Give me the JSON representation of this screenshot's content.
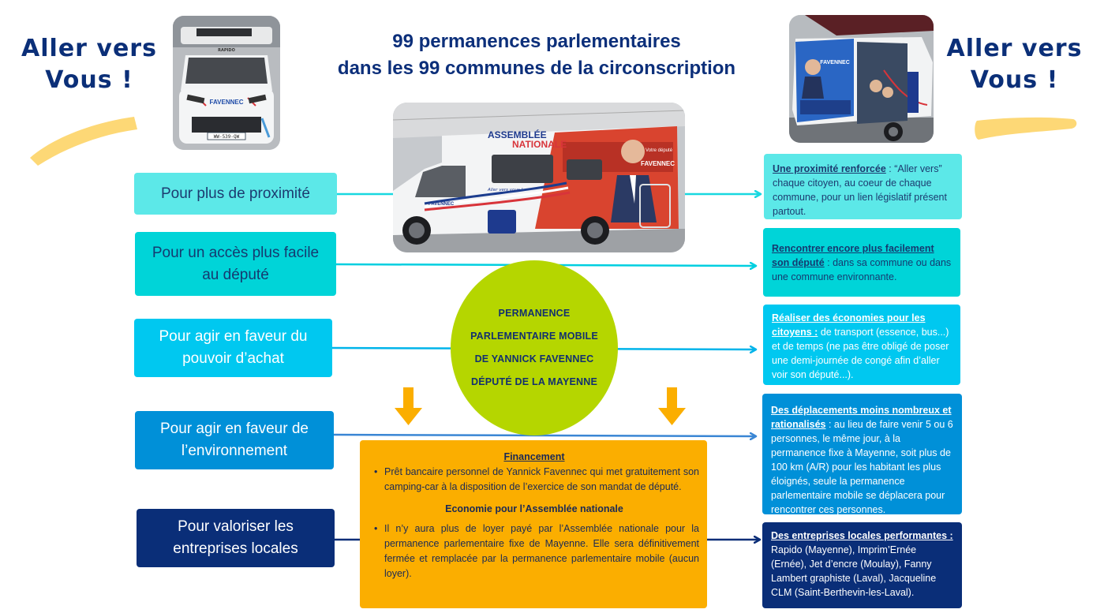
{
  "slogan_left": {
    "line1": "Aller vers",
    "line2": "Vous !"
  },
  "slogan_right": {
    "line1": "Aller vers",
    "line2": "Vous !"
  },
  "title": {
    "line1": "99 permanences parlementaires",
    "line2": "dans les 99 communes de la circonscription"
  },
  "photos": {
    "left": {
      "description": "Camping-car vu de face",
      "brand_label": "RAPIDO",
      "sticker": "FAVENNEC",
      "plate": "WW-539-QW"
    },
    "center": {
      "description": "Camping-car vu de côté",
      "label_line1": "ASSEMBLÉE",
      "label_line2": "NATIONALE",
      "tagline": "Aller vers vous !",
      "side_label": "Votre député",
      "name": "FAVENNEC",
      "cab_name": "FAVENNEC"
    },
    "right": {
      "description": "Camping-car vu de l'arrière",
      "name": "FAVENNEC"
    }
  },
  "left_boxes": [
    {
      "text": "Pour plus de proximité"
    },
    {
      "text": "Pour un accès plus facile au député"
    },
    {
      "text": "Pour agir en faveur du pouvoir d’achat"
    },
    {
      "text": "Pour agir en faveur de l’environnement"
    },
    {
      "text": "Pour valoriser les entreprises locales"
    }
  ],
  "right_boxes": [
    {
      "heading": "Une proximité renforcée",
      "sep": " : ",
      "body": "“Aller vers” chaque citoyen, au coeur de chaque commune, pour un lien législatif présent partout."
    },
    {
      "heading": "Rencontrer encore plus facilement son député",
      "sep": "  : ",
      "body": "dans sa commune ou dans une commune environnante."
    },
    {
      "heading": "Réaliser des économies pour les citoyens :",
      "sep": "  ",
      "body": "de transport (essence, bus...) et de temps (ne pas être obligé de poser une demi-journée de congé afin d’aller voir son député...)."
    },
    {
      "heading": "Des déplacements moins nombreux et rationalisés",
      "sep": " : ",
      "body": "au lieu de faire venir 5 ou 6 personnes, le même jour, à la permanence fixe à Mayenne, soit plus de 100 km (A/R) pour les habitant les plus éloignés, seule la permanence parlementaire mobile se déplacera pour rencontrer ces personnes."
    },
    {
      "heading": "Des entreprises locales performantes :",
      "sep": " ",
      "body": "Rapido (Mayenne), Imprim’Ernée (Ernée), Jet d’encre (Moulay), Fanny Lambert graphiste (Laval), Jacqueline CLM (Saint-Berthevin-les-Laval)."
    }
  ],
  "center_circle": {
    "lines": [
      "PERMANENCE",
      "PARLEMENTAIRE MOBILE",
      "DE YANNICK FAVENNEC",
      "DÉPUTÉ DE LA MAYENNE"
    ]
  },
  "financing_box": {
    "heading1": "Financement",
    "item1": "Prêt bancaire personnel de Yannick Favennec qui met gratuitement son camping-car à la disposition de l’exercice de son mandat de député.",
    "heading2": "Economie pour l’Assemblée nationale",
    "item2": "Il n’y aura plus de loyer payé par l’Assemblée nationale pour la permanence parlementaire fixe de Mayenne. Elle sera définitivement fermée et remplacée par la permanence parlementaire mobile (aucun loyer)."
  },
  "colors": {
    "navy": "#0a2e78",
    "turquoise_light": "#5ce8e8",
    "turquoise": "#00d4d8",
    "sky": "#00c8f0",
    "blue": "#0090d8",
    "lime": "#b5d600",
    "orange": "#fbae00",
    "brush_yellow": "#fdd876"
  }
}
